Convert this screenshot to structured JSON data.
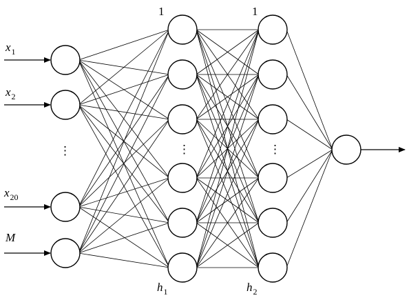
{
  "inputs": [
    {
      "label": "x",
      "sub": "1"
    },
    {
      "label": "x",
      "sub": "2"
    },
    {
      "label": "x",
      "sub": "20"
    },
    {
      "label": "M",
      "sub": ""
    }
  ],
  "input_ellipsis": "⋮",
  "hidden1": {
    "bias_label": "1",
    "ellipsis": "⋮",
    "label": "h",
    "sub": "1"
  },
  "hidden2": {
    "bias_label": "1",
    "ellipsis": "⋮",
    "label": "h",
    "sub": "2"
  }
}
